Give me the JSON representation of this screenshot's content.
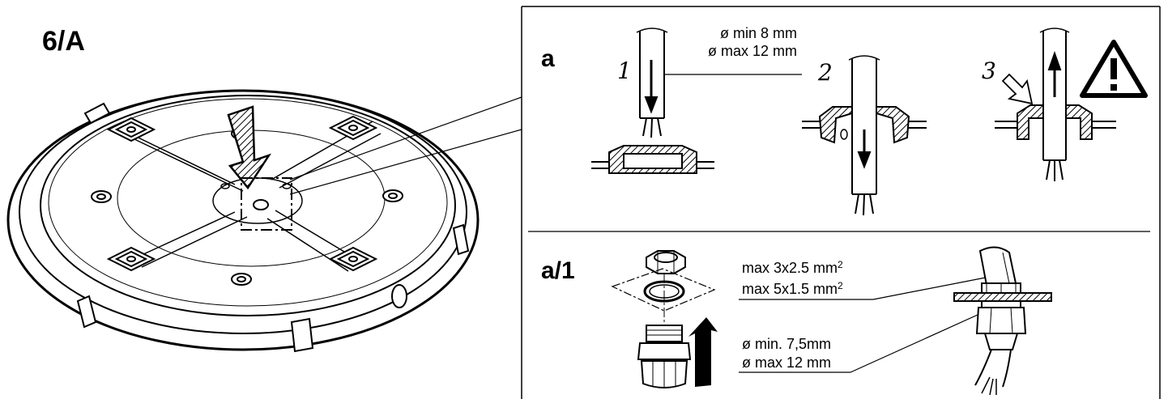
{
  "figure": {
    "main_label": "6/A",
    "panel_a": {
      "label": "a",
      "specs": [
        "ø min  8 mm",
        "ø max 12 mm"
      ],
      "steps": [
        "1",
        "2",
        "3"
      ],
      "warning_icon": "warning-triangle-icon"
    },
    "panel_a1": {
      "label": "a/1",
      "cable_specs": [
        {
          "text": "max 3x2.5 mm",
          "sup": "2"
        },
        {
          "text": "max 5x1.5 mm",
          "sup": "2"
        }
      ],
      "gland_specs": [
        "ø min. 7,5mm",
        "ø max 12 mm"
      ]
    }
  }
}
